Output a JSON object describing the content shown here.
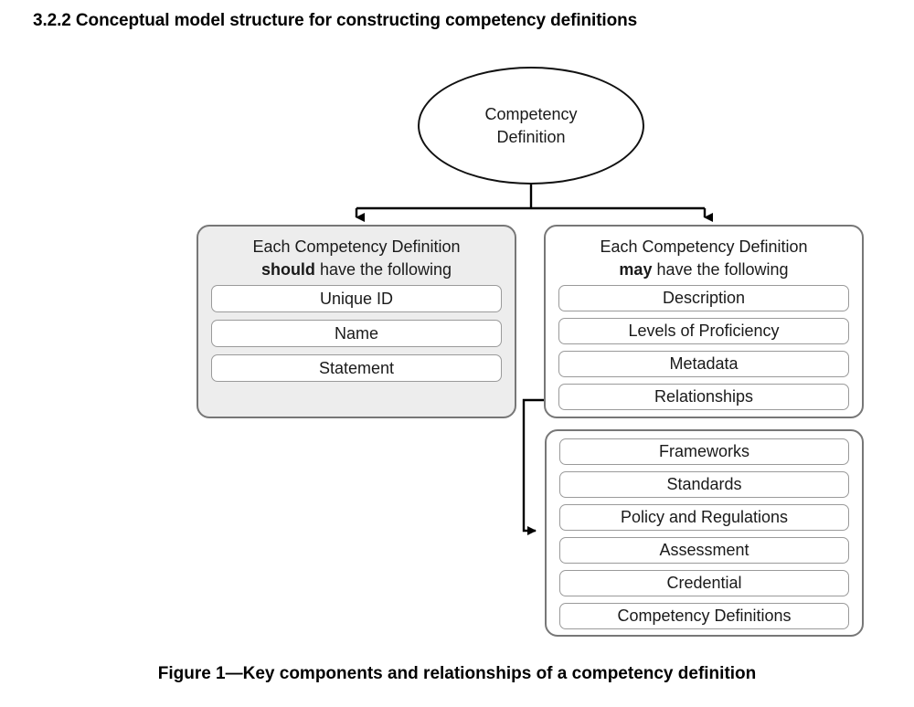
{
  "heading": "3.2.2 Conceptual model structure for constructing competency definitions",
  "caption": "Figure 1—Key components and relationships of a competency definition",
  "root": {
    "label": "Competency\nDefinition"
  },
  "panels": {
    "should": {
      "title_line1": "Each Competency Definition",
      "title_emphasis": "should",
      "title_line2_rest": " have the following",
      "rows": [
        "Unique ID",
        "Name",
        "Statement"
      ]
    },
    "may": {
      "title_line1": "Each Competency Definition",
      "title_emphasis": "may",
      "title_line2_rest": " have the following",
      "rows": [
        "Description",
        "Levels of Proficiency",
        "Metadata",
        "Relationships"
      ]
    },
    "relationships": {
      "rows": [
        "Frameworks",
        "Standards",
        "Policy and Regulations",
        "Assessment",
        "Credential",
        "Competency Definitions"
      ]
    }
  },
  "colors": {
    "shaded_panel_fill": "#ededed",
    "panel_border": "#777777",
    "row_border": "#9a9a9a",
    "connector": "#000000",
    "text": "#1a1a1a"
  }
}
